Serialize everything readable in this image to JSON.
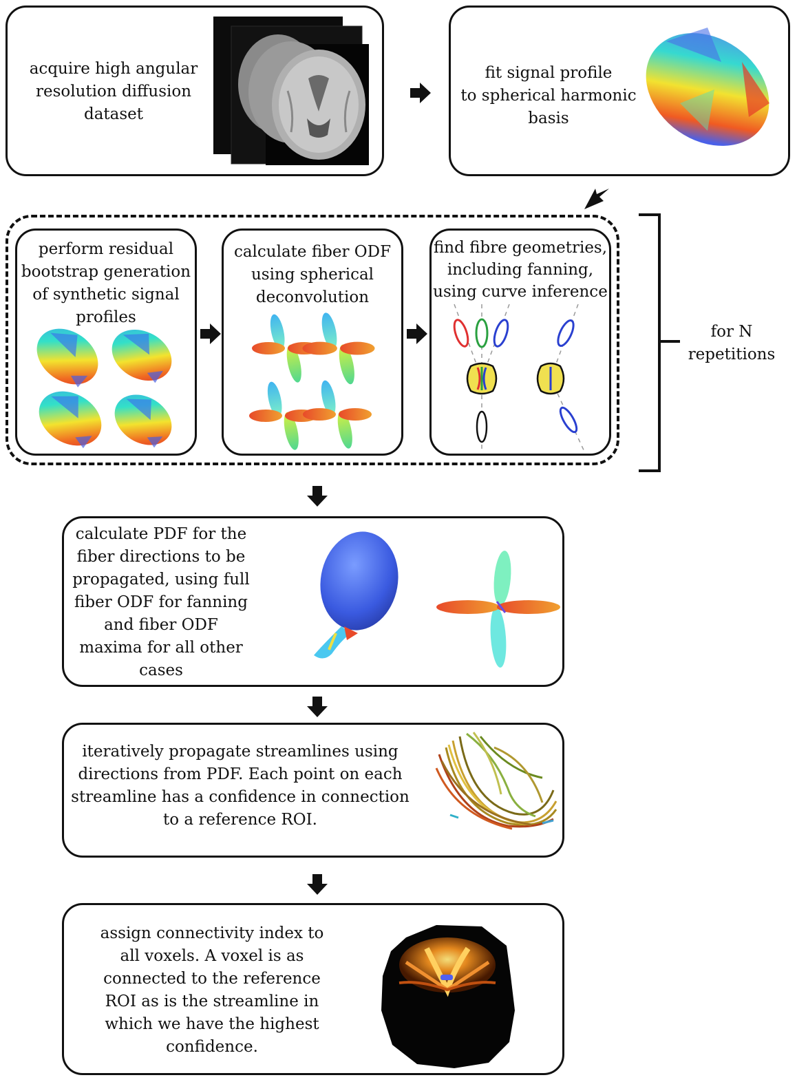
{
  "steps": {
    "acquire": {
      "lines": [
        "acquire high angular",
        "resolution diffusion",
        "dataset"
      ]
    },
    "fit": {
      "lines": [
        "fit signal profile",
        "to spherical harmonic",
        "basis"
      ]
    },
    "bootstrap": {
      "lines": [
        "perform  residual",
        "bootstrap generation",
        "of synthetic signal",
        "profiles"
      ]
    },
    "odf": {
      "lines": [
        "calculate fiber ODF",
        "using spherical",
        "deconvolution"
      ]
    },
    "geometry": {
      "lines": [
        "find fibre geometries,",
        "including fanning,",
        "using curve inference"
      ]
    },
    "pdf": {
      "lines": [
        "calculate PDF  for the",
        "fiber directions to be",
        "propagated, using full",
        "fiber ODF for fanning",
        "and fiber ODF",
        "maxima for  all other",
        "cases"
      ]
    },
    "propagate": {
      "lines": [
        "iteratively propagate streamlines using",
        "directions from PDF.  Each  point on each",
        "streamline has a confidence in connection",
        "to a reference ROI."
      ]
    },
    "assign": {
      "lines": [
        "assign connectivity index to",
        "all voxels. A voxel is as",
        "connected to the reference",
        "ROI as is the streamline in",
        "which we have the highest",
        "confidence."
      ]
    }
  },
  "loop": {
    "lines": [
      "for  N",
      "repetitions"
    ]
  },
  "icons": [
    "brain-mri-slices-icon",
    "signal-profile-glyph-icon",
    "fiber-odf-glyph-icon",
    "curve-inference-ellipse-icon",
    "streamline-bundle-icon",
    "connectivity-map-icon"
  ],
  "colors": {
    "stroke": "#111111",
    "blue": "#3d63e0",
    "cyan": "#33d6d6",
    "yellow": "#f0e030",
    "red": "#e03a22"
  }
}
